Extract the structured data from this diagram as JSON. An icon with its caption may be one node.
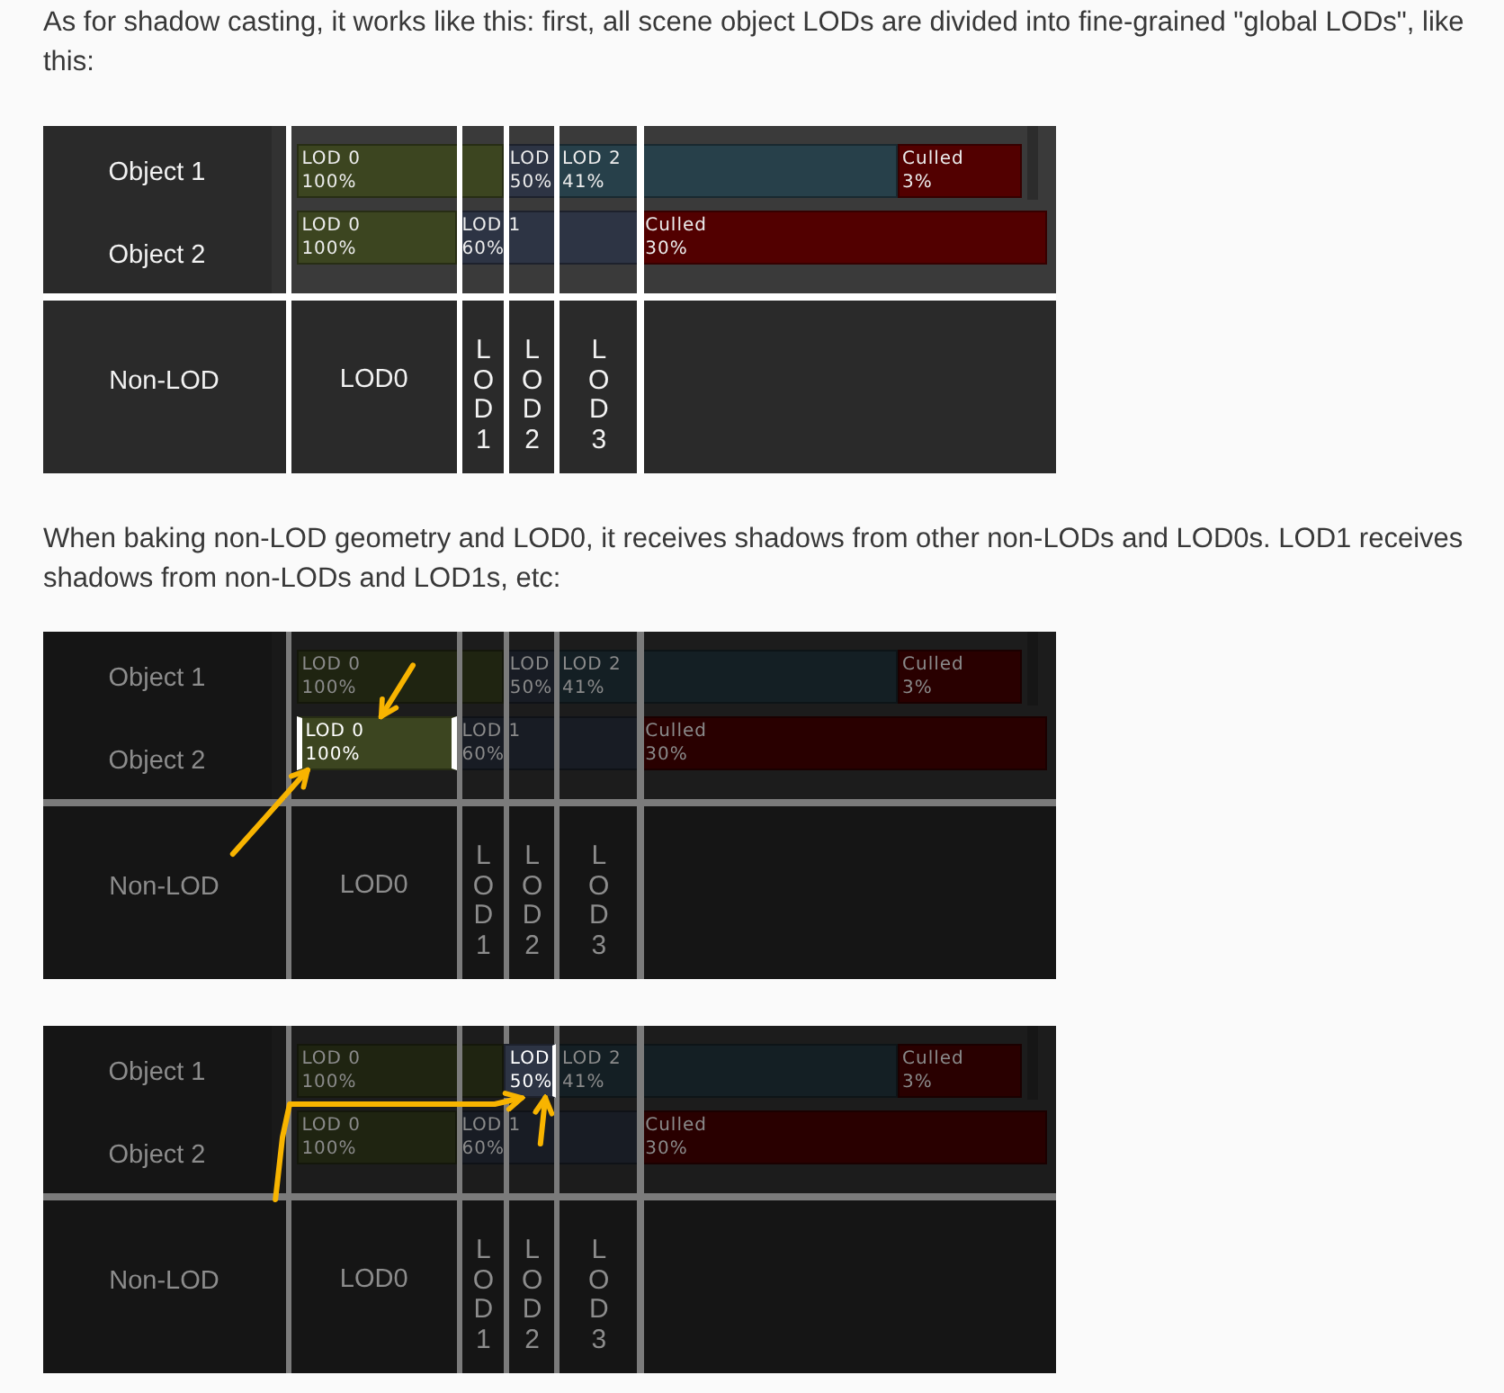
{
  "diagram": {
    "nodes": [
      {
        "text": [
          "Object 1"
        ]
      },
      {
        "text": [
          "LOD 0 100%"
        ]
      },
      {
        "text": [
          "LOD 50%"
        ]
      },
      {
        "text": [
          "LOD 2 41%"
        ]
      },
      {
        "text": [
          "Culled 3%"
        ]
      },
      {
        "text": [
          "Object 2"
        ]
      },
      {
        "text": [
          "LOD 0 100%"
        ]
      },
      {
        "text": [
          "LOD 1 60%"
        ]
      },
      {
        "text": [
          "Culled 30%"
        ]
      },
      {
        "text": [
          "Non-LOD"
        ]
      },
      {
        "text": [
          "LOD0"
        ]
      },
      {
        "text": [
          "LOD1"
        ]
      },
      {
        "text": [
          "LOD2"
        ]
      },
      {
        "text": [
          "LOD3"
        ]
      },
      {
        "text": [],
        "shape": "box"
      },
      {
        "text": [
          "Object 1"
        ]
      },
      {
        "text": [
          "LOD 0 100%"
        ]
      },
      {
        "text": [
          "LOD 50%"
        ]
      },
      {
        "text": [
          "LOD 2 41%"
        ]
      },
      {
        "text": [
          "Culled 3%"
        ]
      },
      {
        "text": [
          "Object 2"
        ]
      },
      {
        "text": [
          "LOD 0 100%"
        ]
      },
      {
        "text": [
          "LOD 1 60%"
        ]
      },
      {
        "text": [
          "Culled 30%"
        ]
      },
      {
        "text": [
          "Non-LOD"
        ]
      },
      {
        "text": [
          "LOD0"
        ]
      },
      {
        "text": [
          "LOD1"
        ]
      },
      {
        "text": [
          "LOD2"
        ]
      },
      {
        "text": [
          "LOD3"
        ]
      },
      {
        "text": [],
        "shape": "box"
      },
      {
        "text": [
          "Object 1"
        ]
      },
      {
        "text": [
          "LOD 0 100%"
        ]
      },
      {
        "text": [
          "LOD 50%"
        ]
      },
      {
        "text": [
          "LOD 2 41%"
        ]
      },
      {
        "text": [
          "Culled 3%"
        ]
      },
      {
        "text": [
          "Object 2"
        ]
      },
      {
        "text": [
          "LOD 0 100%"
        ]
      },
      {
        "text": [
          "LOD 1 60%"
        ]
      },
      {
        "text": [
          "Culled 30%"
        ]
      },
      {
        "text": [
          "Non-LOD"
        ]
      },
      {
        "text": [
          "LOD0"
        ]
      },
      {
        "text": [
          "LOD1"
        ]
      },
      {
        "text": [
          "LOD2"
        ]
      },
      {
        "text": [
          "LOD3"
        ]
      },
      {
        "text": [],
        "shape": "box"
      }
    ],
    "edges": [
      {
        "from": 16,
        "to": 21,
        "arrow": "to"
      },
      {
        "from": 24,
        "to": 21,
        "arrow": "to"
      },
      {
        "from": 39,
        "to": 32,
        "arrow": "to"
      },
      {
        "from": 37,
        "to": 32,
        "arrow": "to"
      }
    ],
    "labels": [
      "As for shadow casting, it works like this: first, all scene object LODs are divided into fine-grained \"global LODs\", like this:",
      "When baking non-LOD geometry and LOD0, it receives shadows from other non-LODs and LOD0s. LOD1 receives shadows from non-LODs and LOD1s, etc:"
    ]
  }
}
